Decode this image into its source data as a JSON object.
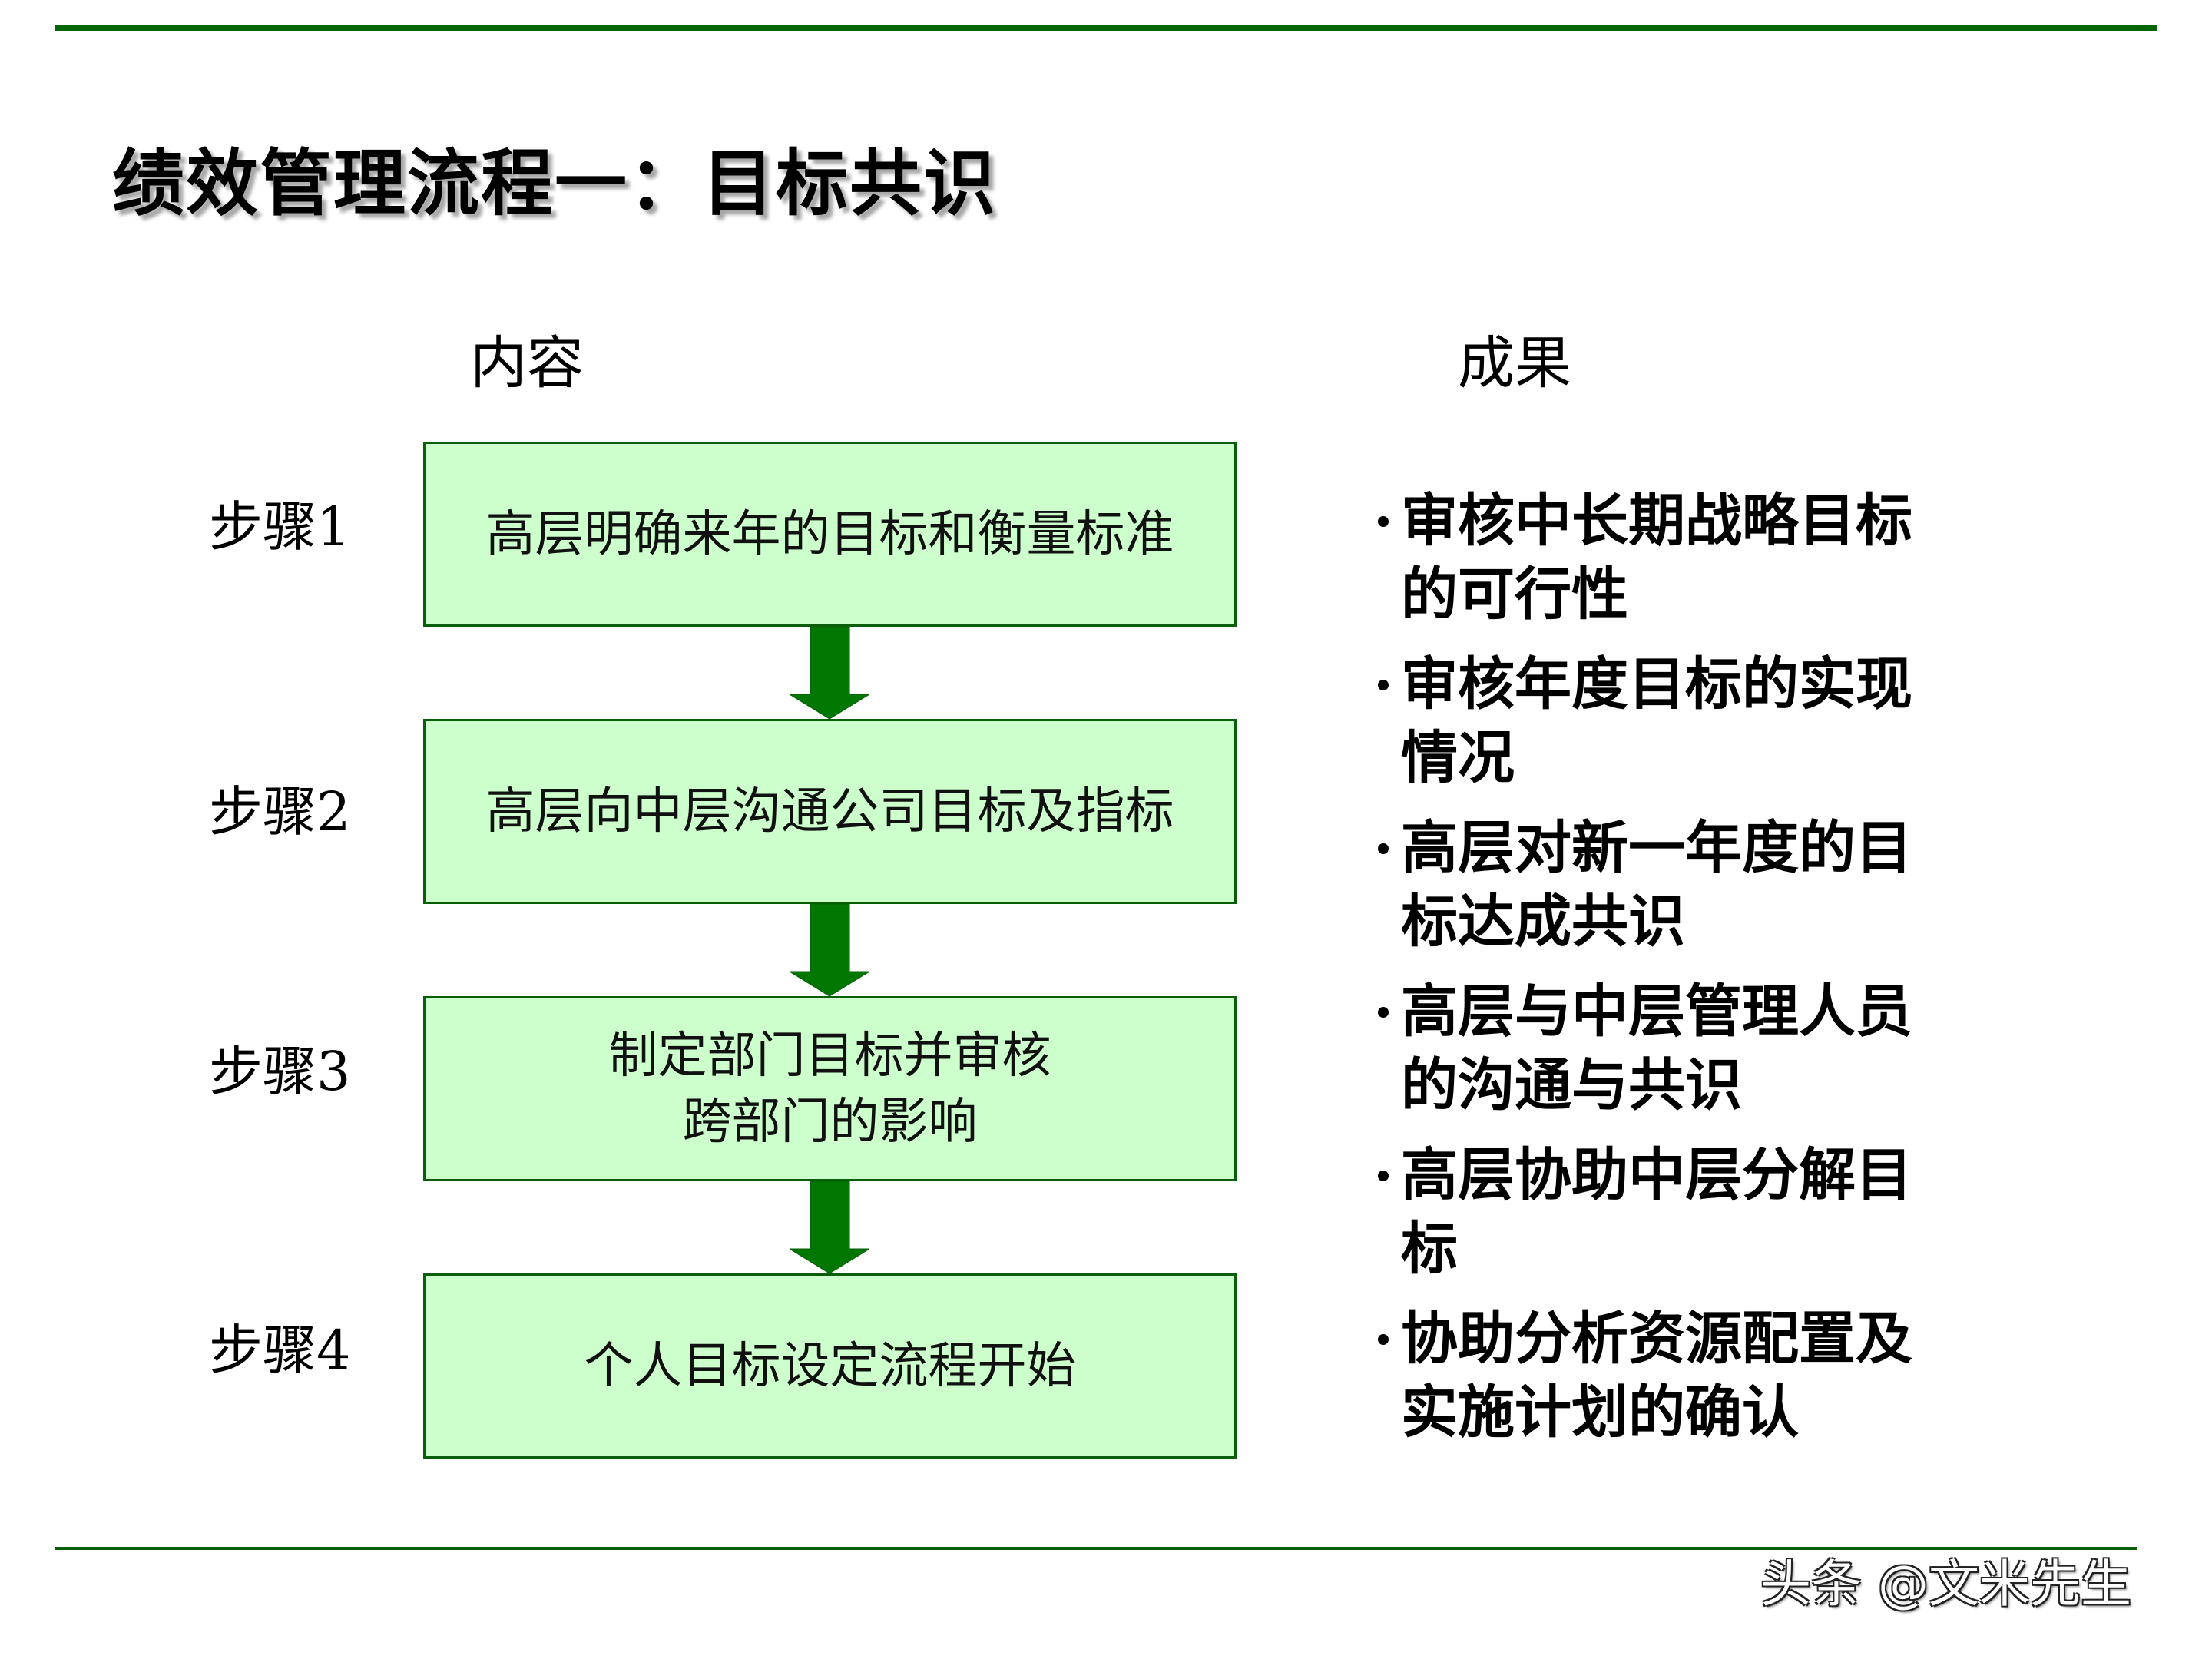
{
  "slide": {
    "title": "绩效管理流程一：目标共识",
    "colors": {
      "rule": "#066606",
      "box_fill": "#ccffcc",
      "box_border": "#0a5e0a",
      "arrow": "#007700"
    }
  },
  "columns": {
    "content_header": "内容",
    "results_header": "成果"
  },
  "steps": [
    {
      "label": "步骤1",
      "lines": [
        "高层明确来年的目标和衡量标准"
      ]
    },
    {
      "label": "步骤2",
      "lines": [
        "高层向中层沟通公司目标及指标"
      ]
    },
    {
      "label": "步骤3",
      "lines": [
        "制定部门目标并审核",
        "跨部门的影响"
      ]
    },
    {
      "label": "步骤4",
      "lines": [
        "个人目标设定流程开始"
      ]
    }
  ],
  "results": [
    {
      "lines": [
        "审核中长期战略目标",
        "的可行性"
      ]
    },
    {
      "lines": [
        "审核年度目标的实现",
        "情况"
      ]
    },
    {
      "lines": [
        "高层对新一年度的目",
        "标达成共识"
      ]
    },
    {
      "lines": [
        "高层与中层管理人员",
        "的沟通与共识"
      ]
    },
    {
      "lines": [
        "高层协助中层分解目",
        "标"
      ]
    },
    {
      "lines": [
        "协助分析资源配置及",
        "实施计划的确认"
      ]
    }
  ],
  "watermark": "头条 @文米先生"
}
